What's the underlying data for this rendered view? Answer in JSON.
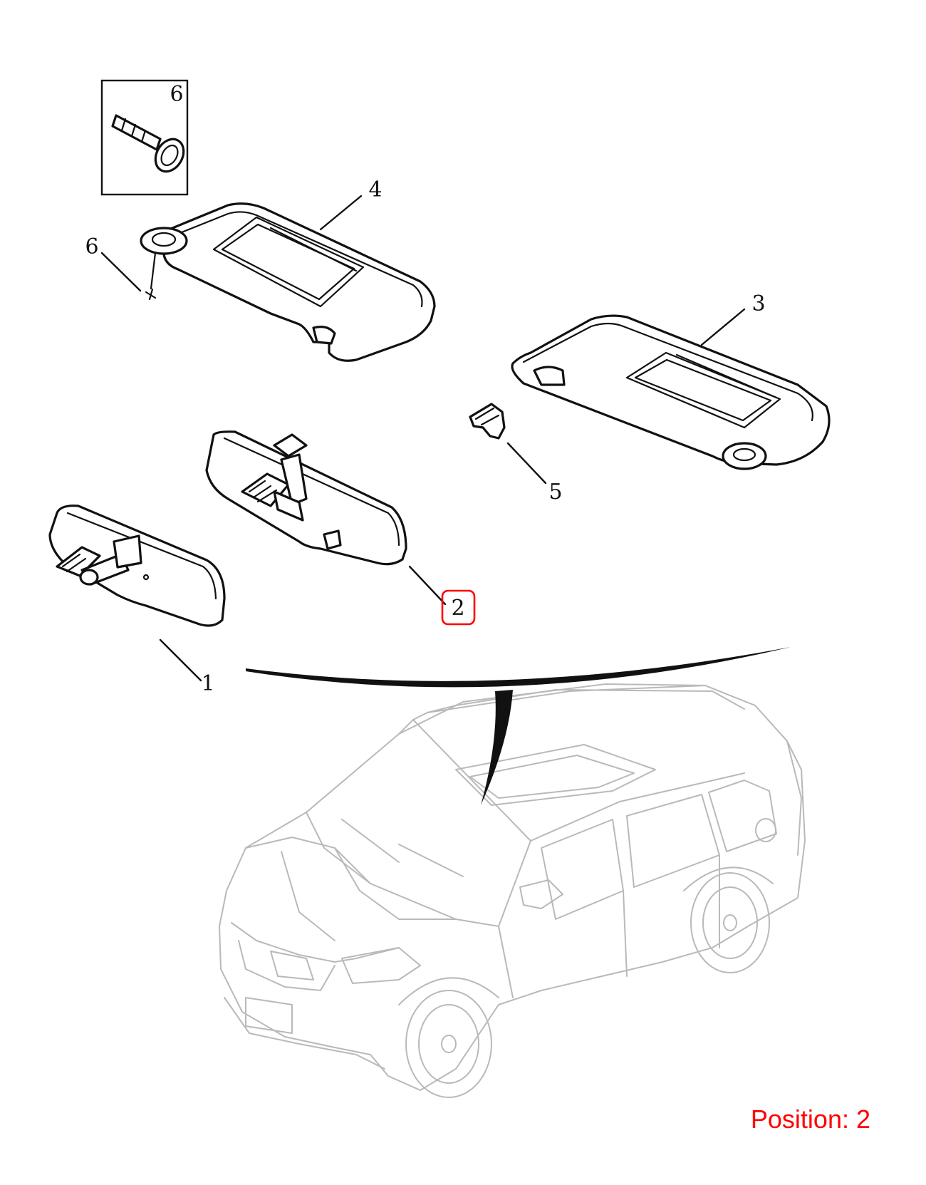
{
  "callouts": {
    "c1": "1",
    "c2": "2",
    "c3": "3",
    "c4": "4",
    "c5": "5",
    "c6_inset": "6",
    "c6": "6"
  },
  "highlighted_callout": "2",
  "position_label": "Position: 2",
  "colors": {
    "ink": "#111111",
    "highlight": "#ff0000",
    "vehicle": "#b9b9b9",
    "background": "#ffffff"
  }
}
